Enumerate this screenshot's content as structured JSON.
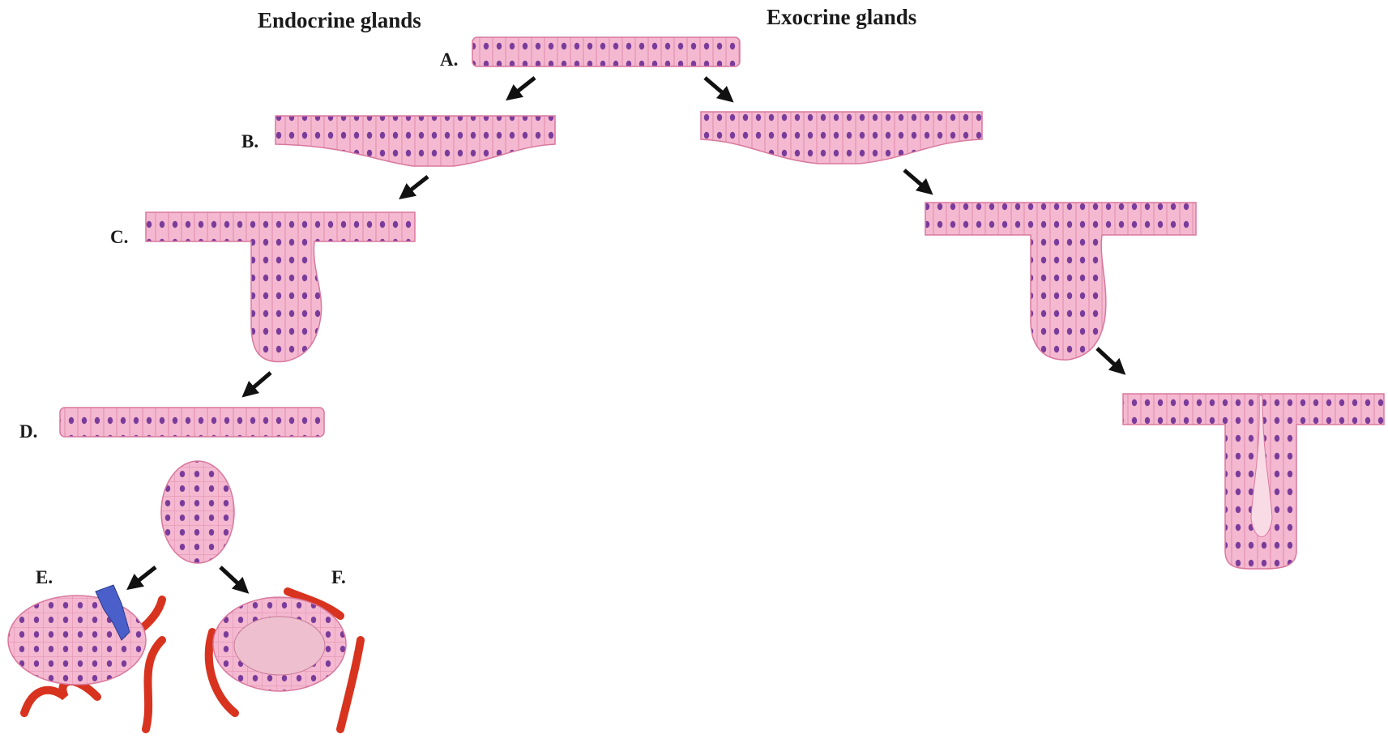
{
  "headings": {
    "endocrine": "Endocrine glands",
    "exocrine": "Exocrine glands"
  },
  "stage_labels": {
    "a": "A.",
    "b": "B.",
    "c": "C.",
    "d": "D.",
    "e": "E.",
    "f": "F."
  },
  "colors": {
    "epithelium": "#f2b3cc",
    "cell_border": "#d9789d",
    "nucleus": "#7a3c9a",
    "vessel": "#d8331f",
    "vein": "#4a5fc9",
    "arrow": "#111111"
  }
}
